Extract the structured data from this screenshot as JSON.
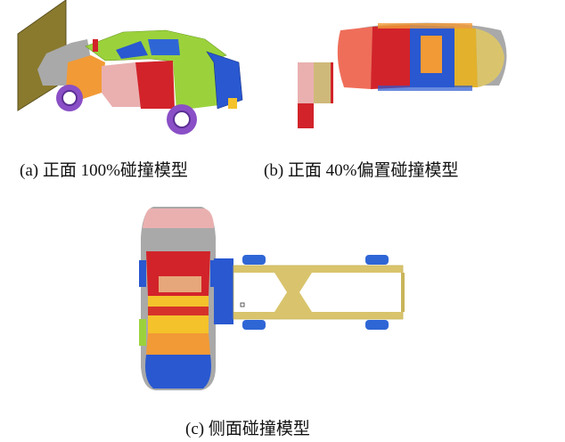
{
  "captions": {
    "a": "(a)  正面 100%碰撞模型",
    "b": "(b)  正面 40%偏置碰撞模型",
    "c": "(c)  侧面碰撞模型"
  },
  "colors": {
    "red": "#d2232a",
    "pink": "#eab0b0",
    "salmon": "#ef6e5a",
    "orange": "#f29a35",
    "gold": "#e3b12b",
    "yellow": "#f4c22b",
    "tan": "#cfb97a",
    "olive": "#8a7a2e",
    "lime": "#9bd23c",
    "blue": "#2958d0",
    "gray": "#a9a9a9",
    "purple": "#8a4fc6",
    "khaki": "#d9c46d",
    "barrier_blue": "#2f66d6"
  }
}
